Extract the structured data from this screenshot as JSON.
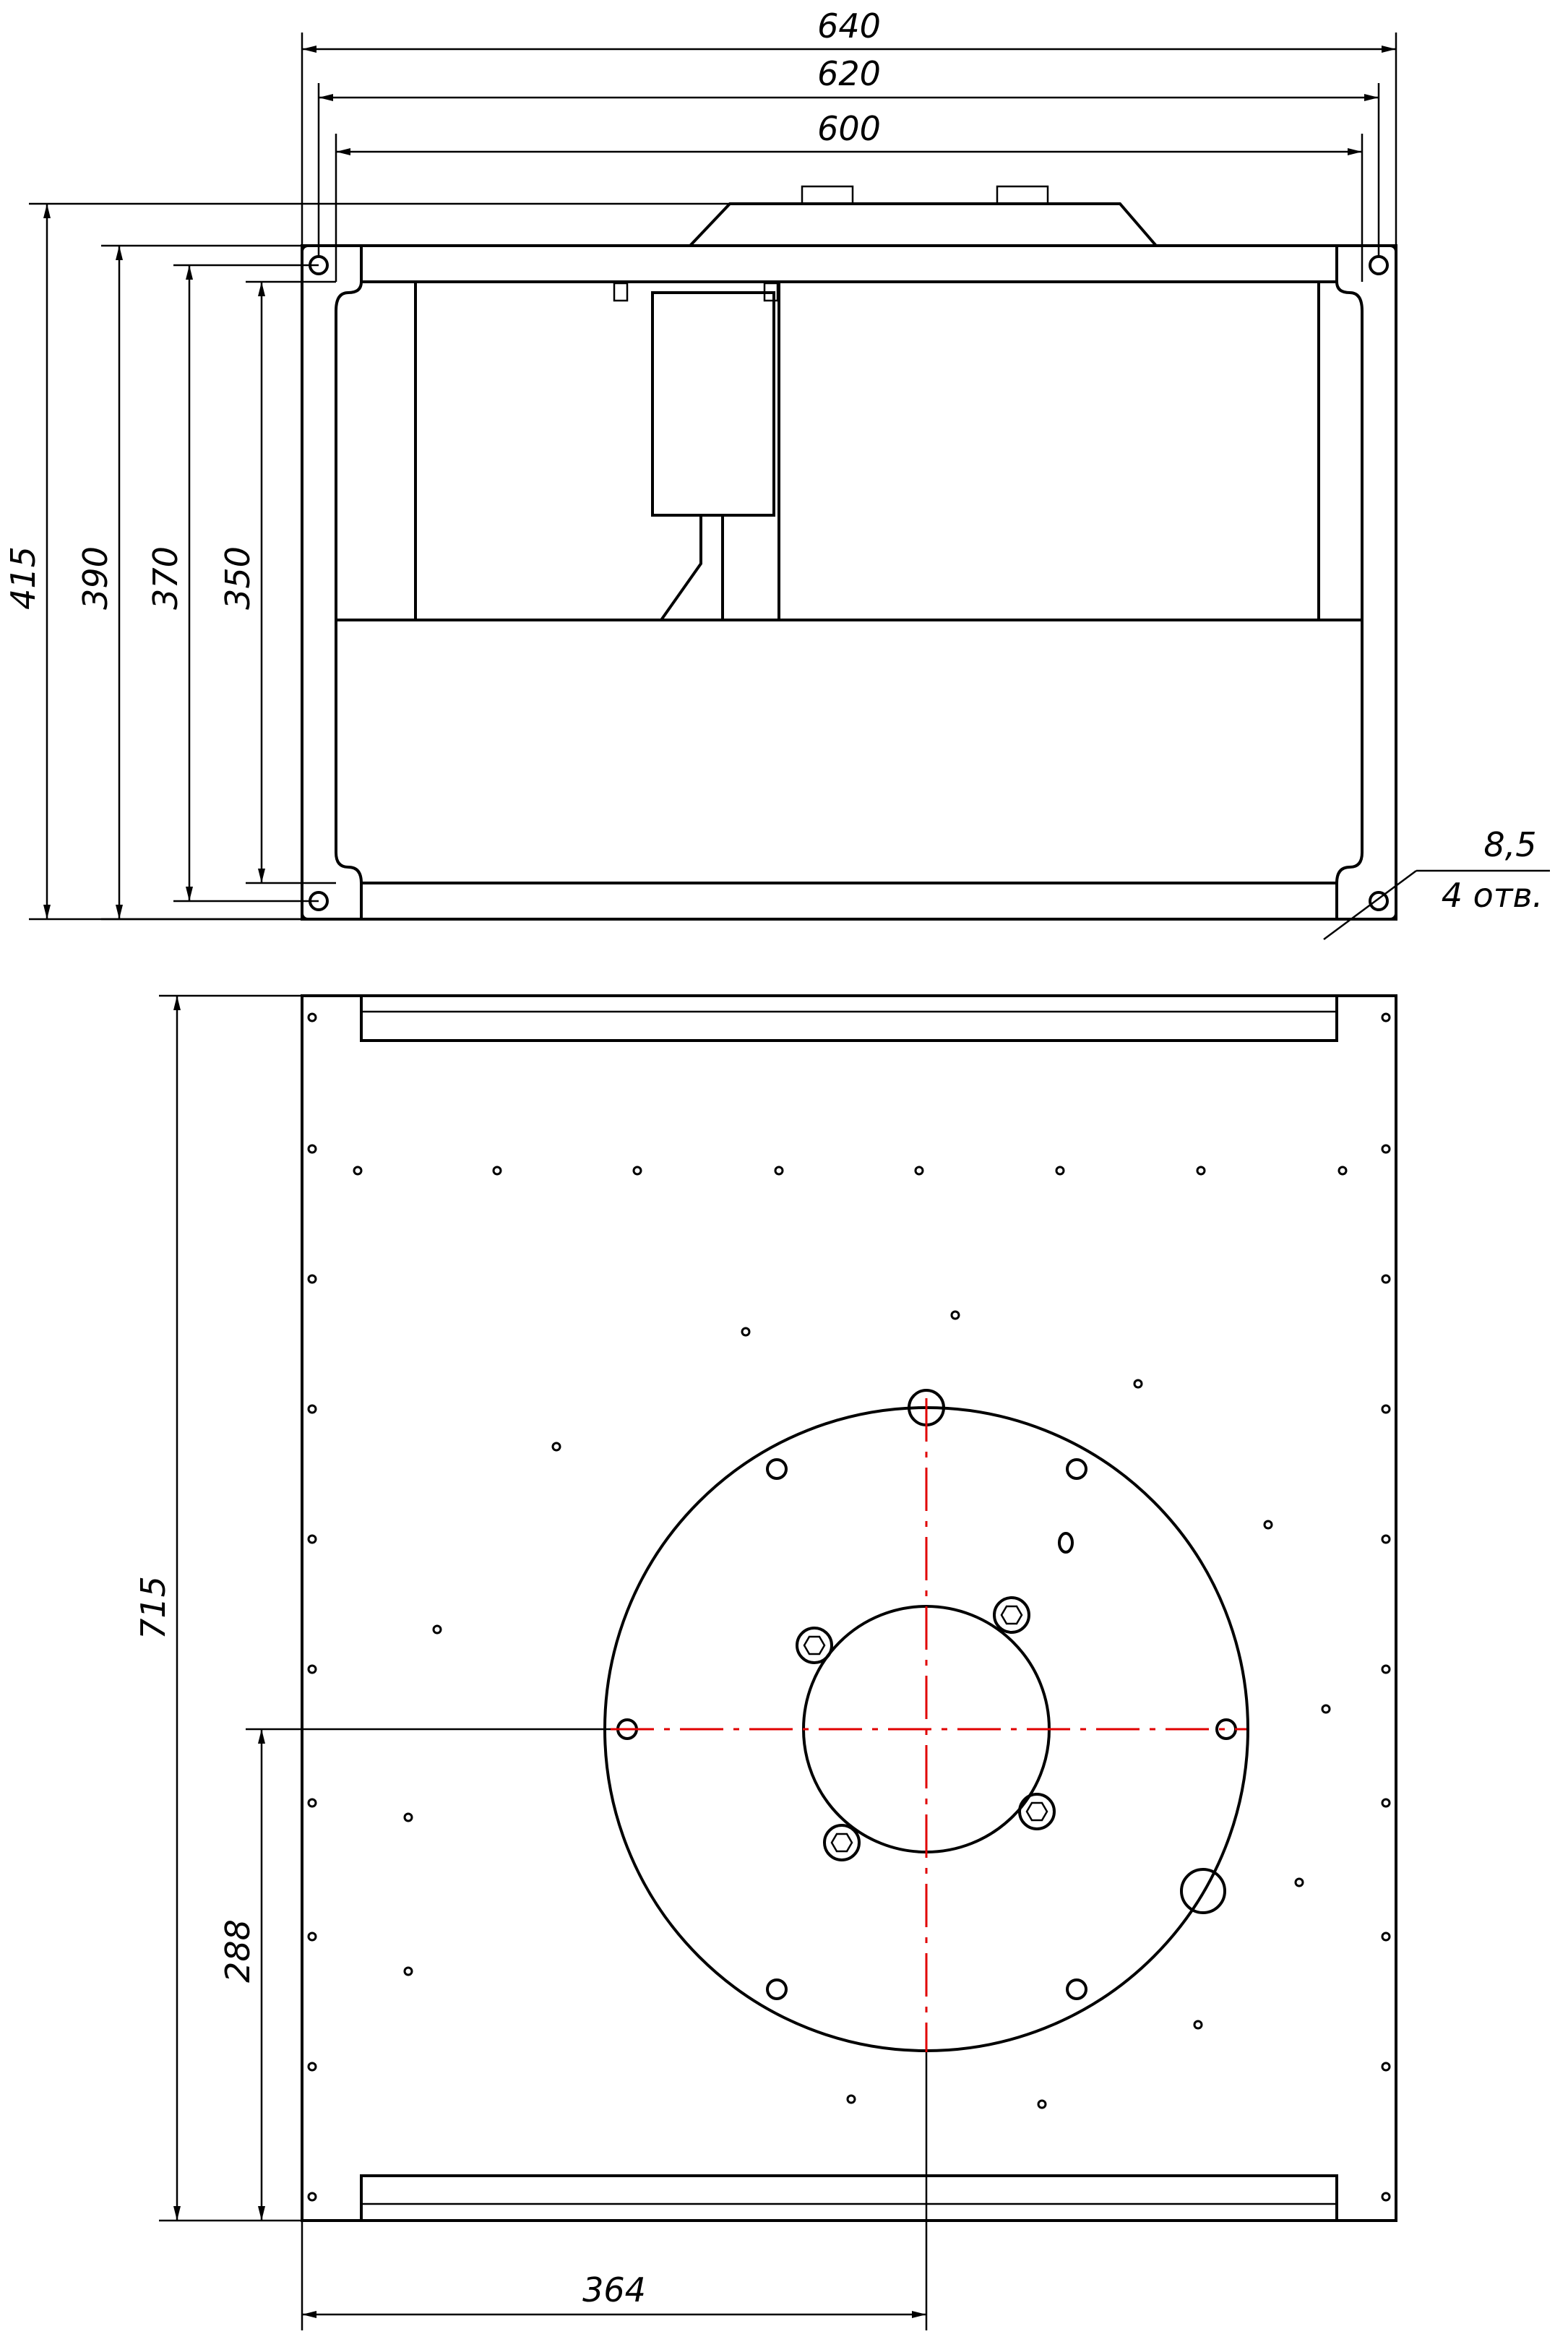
{
  "dimensions": {
    "top_width_640": "640",
    "top_width_620": "620",
    "top_width_600": "600",
    "height_415": "415",
    "height_390": "390",
    "height_370": "370",
    "height_350": "350",
    "hole_diameter": "8,5",
    "hole_count": "4 отв.",
    "length_715": "715",
    "offset_288": "288",
    "offset_364": "364"
  },
  "colors": {
    "line": "#000000",
    "center_axis": "#e00000",
    "background": "#ffffff"
  }
}
